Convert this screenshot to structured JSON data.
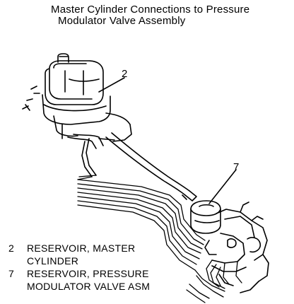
{
  "title": {
    "line1": "Master Cylinder Connections to Pressure",
    "line2": "Modulator Valve Assembly"
  },
  "callouts": [
    {
      "number": "2"
    },
    {
      "number": "7"
    }
  ],
  "legend": [
    {
      "number": "2",
      "lines": [
        "RESERVOIR, MASTER",
        "CYLINDER"
      ]
    },
    {
      "number": "7",
      "lines": [
        "RESERVOIR, PRESSURE",
        "MODULATOR VALVE ASM"
      ]
    }
  ]
}
